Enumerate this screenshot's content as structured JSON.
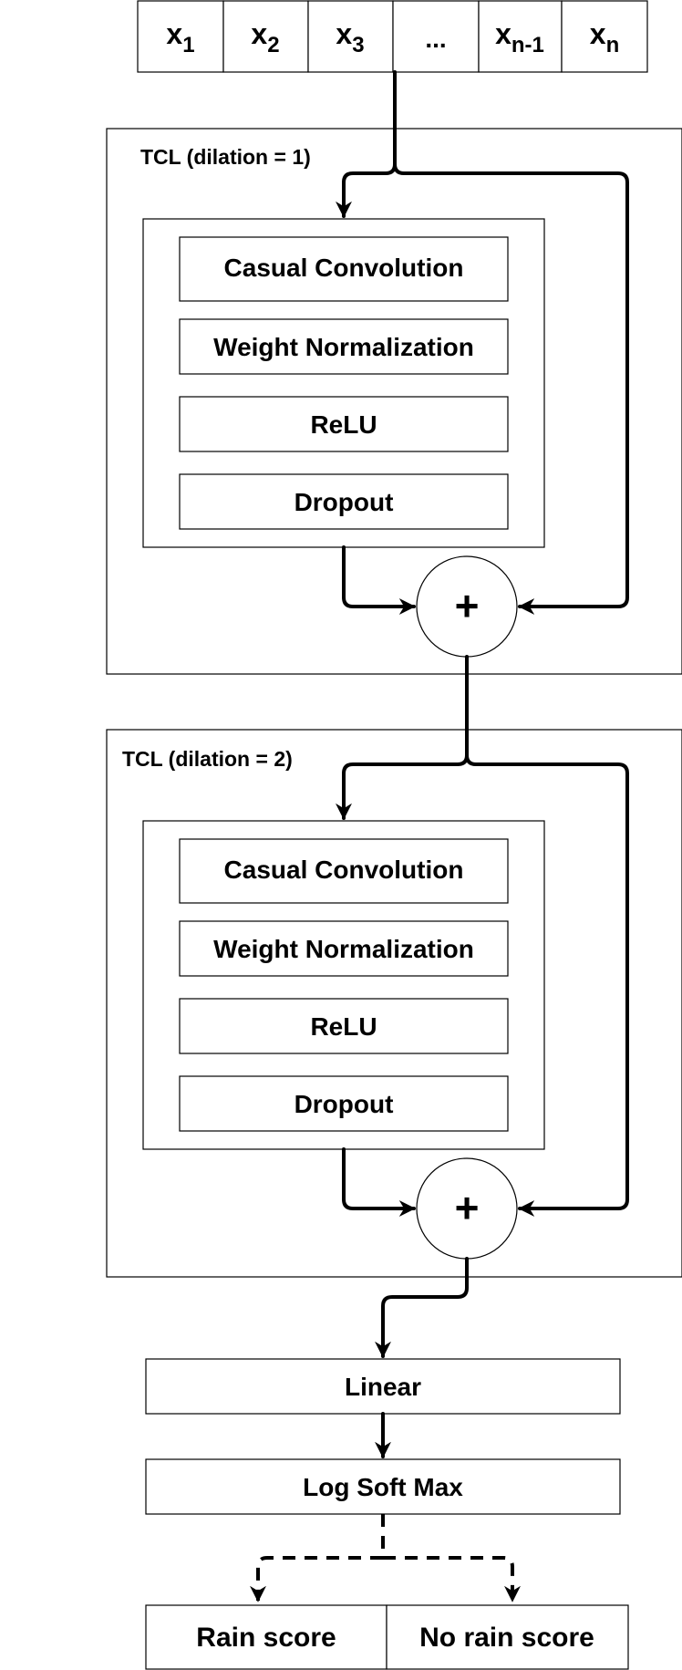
{
  "input_sequence": {
    "cells": [
      {
        "base": "x",
        "sub": "1"
      },
      {
        "base": "x",
        "sub": "2"
      },
      {
        "base": "x",
        "sub": "3"
      },
      {
        "base": "...",
        "sub": ""
      },
      {
        "base": "x",
        "sub": "n-1"
      },
      {
        "base": "x",
        "sub": "n"
      }
    ]
  },
  "blocks": [
    {
      "title": "TCL (dilation = 1)",
      "layers": [
        "Casual Convolution",
        "Weight Normalization",
        "ReLU",
        "Dropout"
      ],
      "sum_symbol": "+"
    },
    {
      "title": "TCL (dilation = 2)",
      "layers": [
        "Casual Convolution",
        "Weight Normalization",
        "ReLU",
        "Dropout"
      ],
      "sum_symbol": "+"
    }
  ],
  "head": {
    "linear": "Linear",
    "log_softmax": "Log Soft Max"
  },
  "outputs": [
    "Rain score",
    "No rain score"
  ]
}
